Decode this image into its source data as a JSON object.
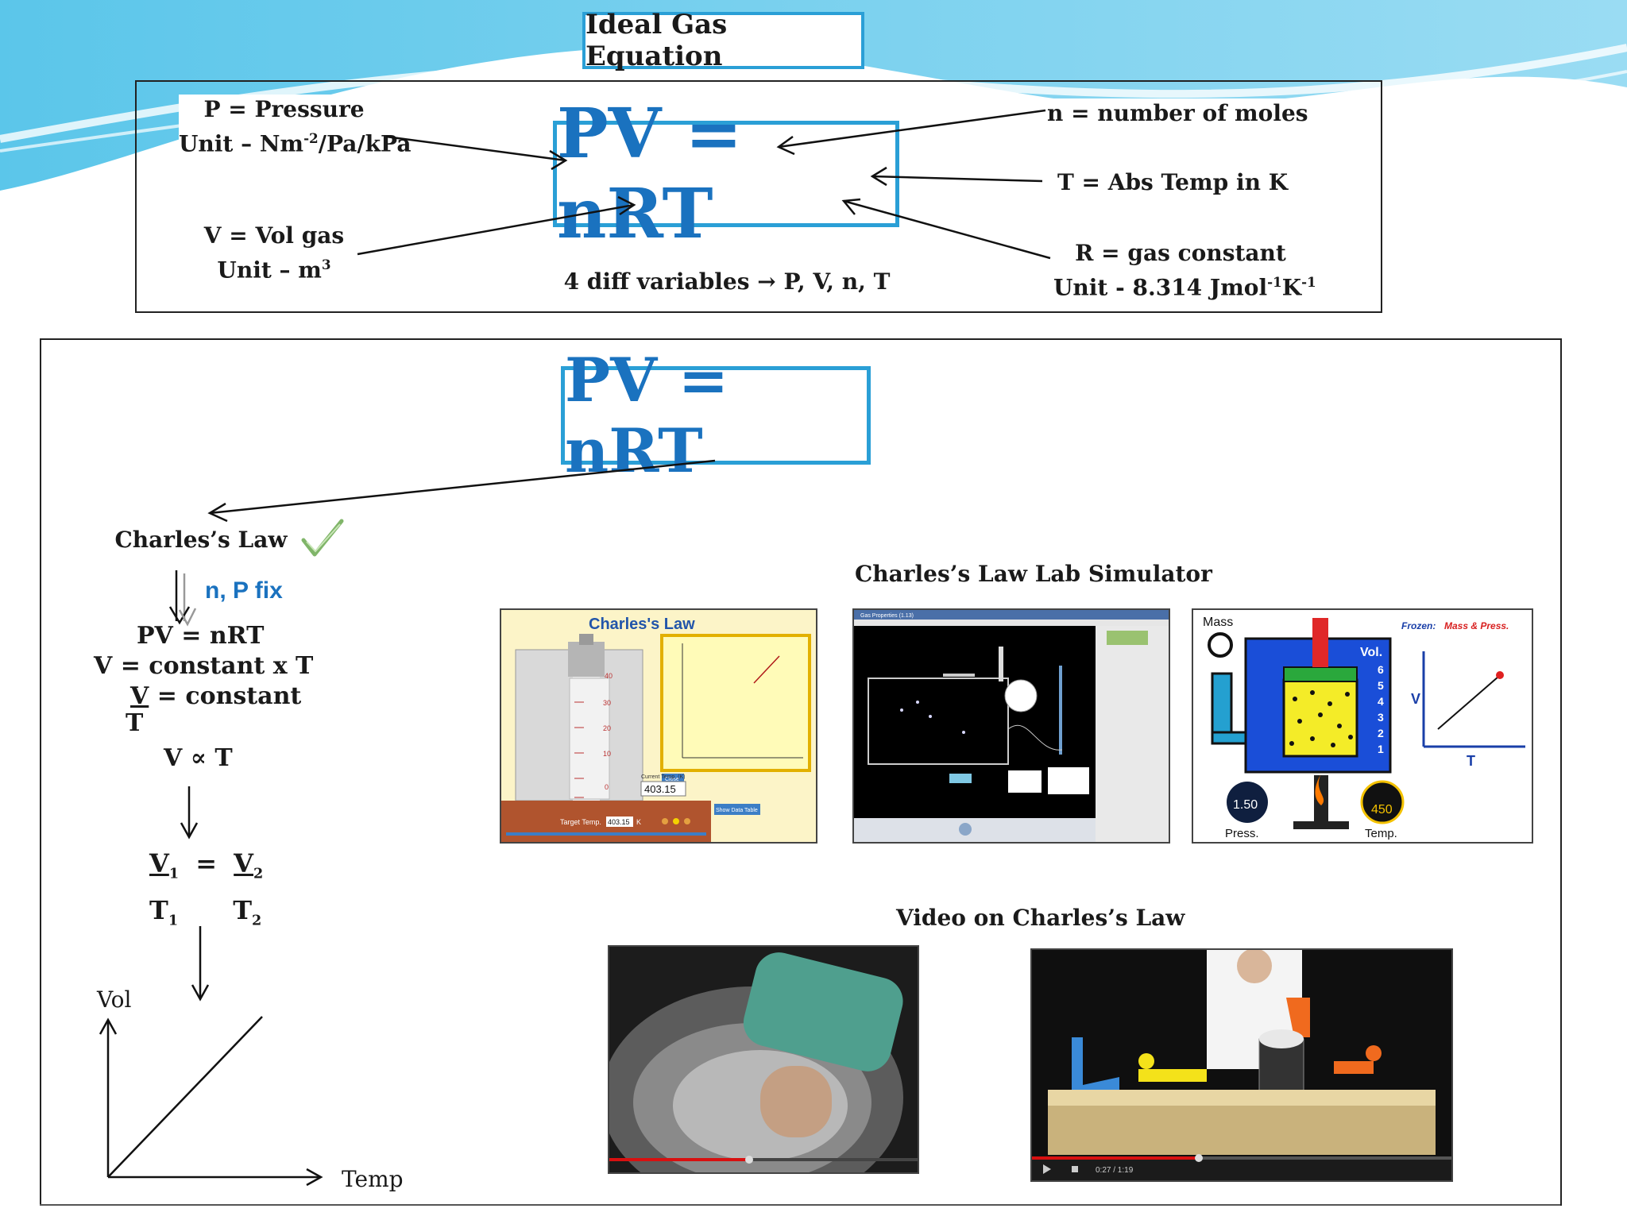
{
  "title": "Ideal Gas Equation",
  "equation": "PV = nRT",
  "top": {
    "p_label": "P = Pressure",
    "p_unit_pre": "Unit – Nm",
    "p_unit_sup": "-2",
    "p_unit_post": "/Pa/kPa",
    "v_label": "V = Vol gas",
    "v_unit_pre": "Unit – m",
    "v_unit_sup": "3",
    "n_label": "n = number of moles",
    "t_label": "T = Abs Temp in K",
    "r_label": "R = gas constant",
    "r_unit_pre": "Unit - 8.314 Jmol",
    "r_unit_sup1": "-1",
    "r_unit_mid": "K",
    "r_unit_sup2": "-1",
    "variables": "4 diff variables → P, V, n, T"
  },
  "bottom": {
    "equation": "PV = nRT",
    "charles_law": "Charles’s Law",
    "fixed": "n, P fix",
    "steps": [
      "PV = nRT",
      "V = constant x T",
      "V",
      "= constant",
      "T",
      "V ∝ T"
    ],
    "ratio": {
      "v1": "V",
      "v1_sub": "1",
      "eq": "=",
      "v2": "V",
      "v2_sub": "2",
      "t1": "T",
      "t1_sub": "1",
      "t2": "T",
      "t2_sub": "2"
    },
    "graph": {
      "ylabel": "Vol",
      "xlabel": "Temp"
    },
    "simulator_heading": "Charles’s Law Lab Simulator",
    "video_heading": "Video on Charles’s Law"
  },
  "thumb1": {
    "title": "Charles's Law",
    "current_temp_label": "Current Temp. (K)",
    "current_temp": "403.15",
    "target_label": "Target Temp.",
    "target_value": "403.15",
    "target_unit": "K",
    "show_table": "Show Data Table",
    "close": "Close",
    "scale": [
      "40",
      "30",
      "20",
      "10",
      "0"
    ]
  },
  "thumb2": {
    "window_title": "Gas Properties (1.13)"
  },
  "thumb3": {
    "mass": "Mass",
    "frozen": "Frozen:",
    "frozen_vars": "Mass & Press.",
    "vol": "Vol.",
    "scale": [
      "6",
      "5",
      "4",
      "3",
      "2",
      "1"
    ],
    "press_value": "1.50",
    "press": "Press.",
    "temp_value": "450",
    "temp": "Temp.",
    "v": "V",
    "t": "T"
  },
  "video2": {
    "time": "0:27 / 1:19"
  },
  "colors": {
    "accent": "#2a9fd6",
    "equation": "#1a72bf"
  }
}
